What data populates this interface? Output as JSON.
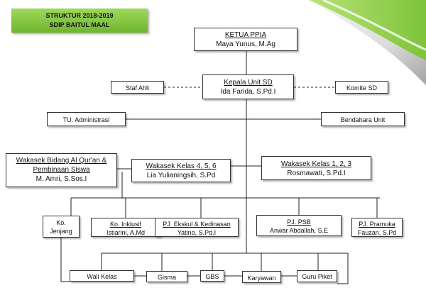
{
  "title": {
    "line1": "STRUKTUR 2018-2019",
    "line2": "SDIP BAITUL MAAL"
  },
  "nodes": {
    "ketua": {
      "role": "KETUA PPIA",
      "name": "Maya Yunus, M.Ag"
    },
    "kepala": {
      "role": "Kepala Unit SD",
      "name": "Ida Farida, S.Pd.I"
    },
    "staf_ahli": {
      "role": "Staf Ahli"
    },
    "komite": {
      "role": "Komite SD"
    },
    "tu": {
      "role": "TU. Administrasi"
    },
    "bendahara": {
      "role": "Bendahara Unit"
    },
    "wakasek_quran": {
      "role_line1": "Wakasek Bidang Al Qur'an &",
      "role_line2": "Pembinaan Siswa",
      "name": "M. Amri, S.Sos.I"
    },
    "wakasek_456": {
      "role": "Wakasek Kelas 4, 5, 6",
      "name": "Lia Yulianingsih, S.Pd"
    },
    "wakasek_123": {
      "role": "Wakasek Kelas 1, 2, 3",
      "name": "Rosmawati, S.Pd.I"
    },
    "ko_jenjang": {
      "line1": "Ko.",
      "line2": "Jenjang"
    },
    "ko_inklusif": {
      "role": "Ko. Inklusif",
      "name": "Istiarini, A.Md"
    },
    "pj_ekskul": {
      "role": "PJ. Ekskul & Kedinasan",
      "name": "Yatino, S.Pd.I"
    },
    "pj_psb": {
      "role": "PJ. PSB",
      "name": "Anwar Abdallah, S.E"
    },
    "pj_pramuka": {
      "role": "PJ. Pramuka",
      "name": "Fauzan, S.Pd"
    },
    "wali_kelas": {
      "role": "Wali Kelas"
    },
    "gisma": {
      "role": "Gisma"
    },
    "gbs": {
      "role": "GBS"
    },
    "karyawan": {
      "role": "Karyawan"
    },
    "guru_piket": {
      "role": "Guru Piket"
    }
  }
}
